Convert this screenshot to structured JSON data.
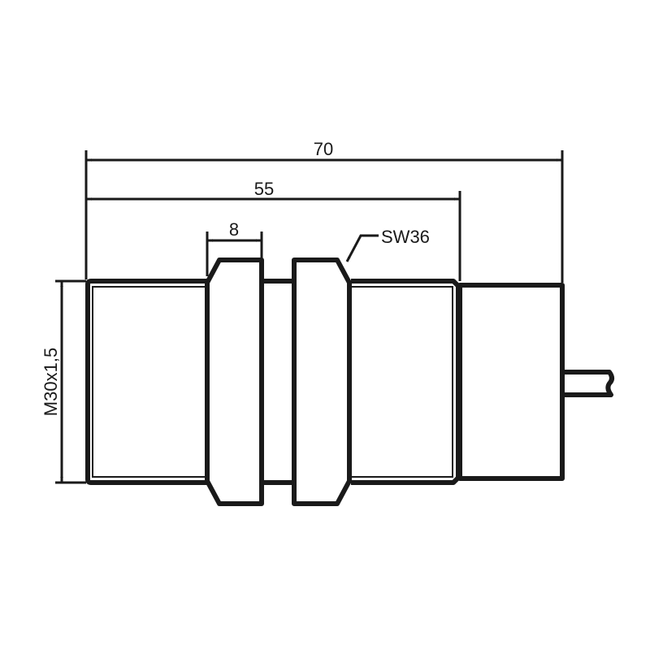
{
  "drawing": {
    "dimensions": {
      "overall_length": "70",
      "thread_length": "55",
      "nut_width": "8",
      "wrench_size": "SW36",
      "thread_spec": "M30x1,5"
    },
    "colors": {
      "line": "#1a1a1a",
      "background": "#ffffff"
    }
  }
}
